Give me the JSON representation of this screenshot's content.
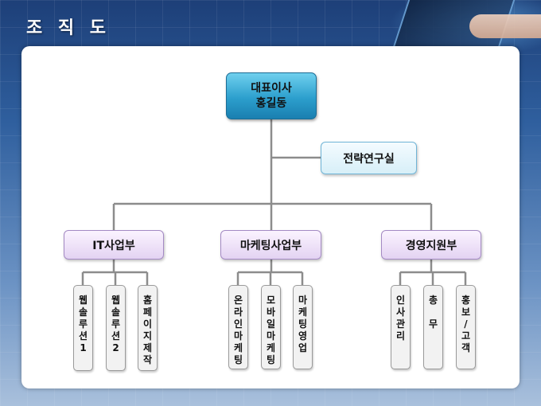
{
  "page_title": "조 직 도",
  "ceo": {
    "title": "대표이사",
    "name": "홍길동"
  },
  "staff": {
    "label": "전략연구실"
  },
  "divisions": [
    {
      "label": "IT사업부",
      "teams": [
        {
          "label": "웹솔루션1"
        },
        {
          "label": "웹솔루션2"
        },
        {
          "label": "홈페이지제작"
        }
      ]
    },
    {
      "label": "마케팅사업부",
      "teams": [
        {
          "label": "온라인마케팅"
        },
        {
          "label": "모바일마케팅"
        },
        {
          "label": "마케팅영업"
        }
      ]
    },
    {
      "label": "경영지원부",
      "teams": [
        {
          "label": "인사관리"
        },
        {
          "label": "총 무"
        },
        {
          "label": "홍보/고객"
        }
      ]
    }
  ],
  "colors": {
    "ceo_fill": "#2c9fcd",
    "staff_border": "#6fb4d6",
    "division_fill": "#e3d3f2",
    "connector": "#8c8c8c"
  }
}
